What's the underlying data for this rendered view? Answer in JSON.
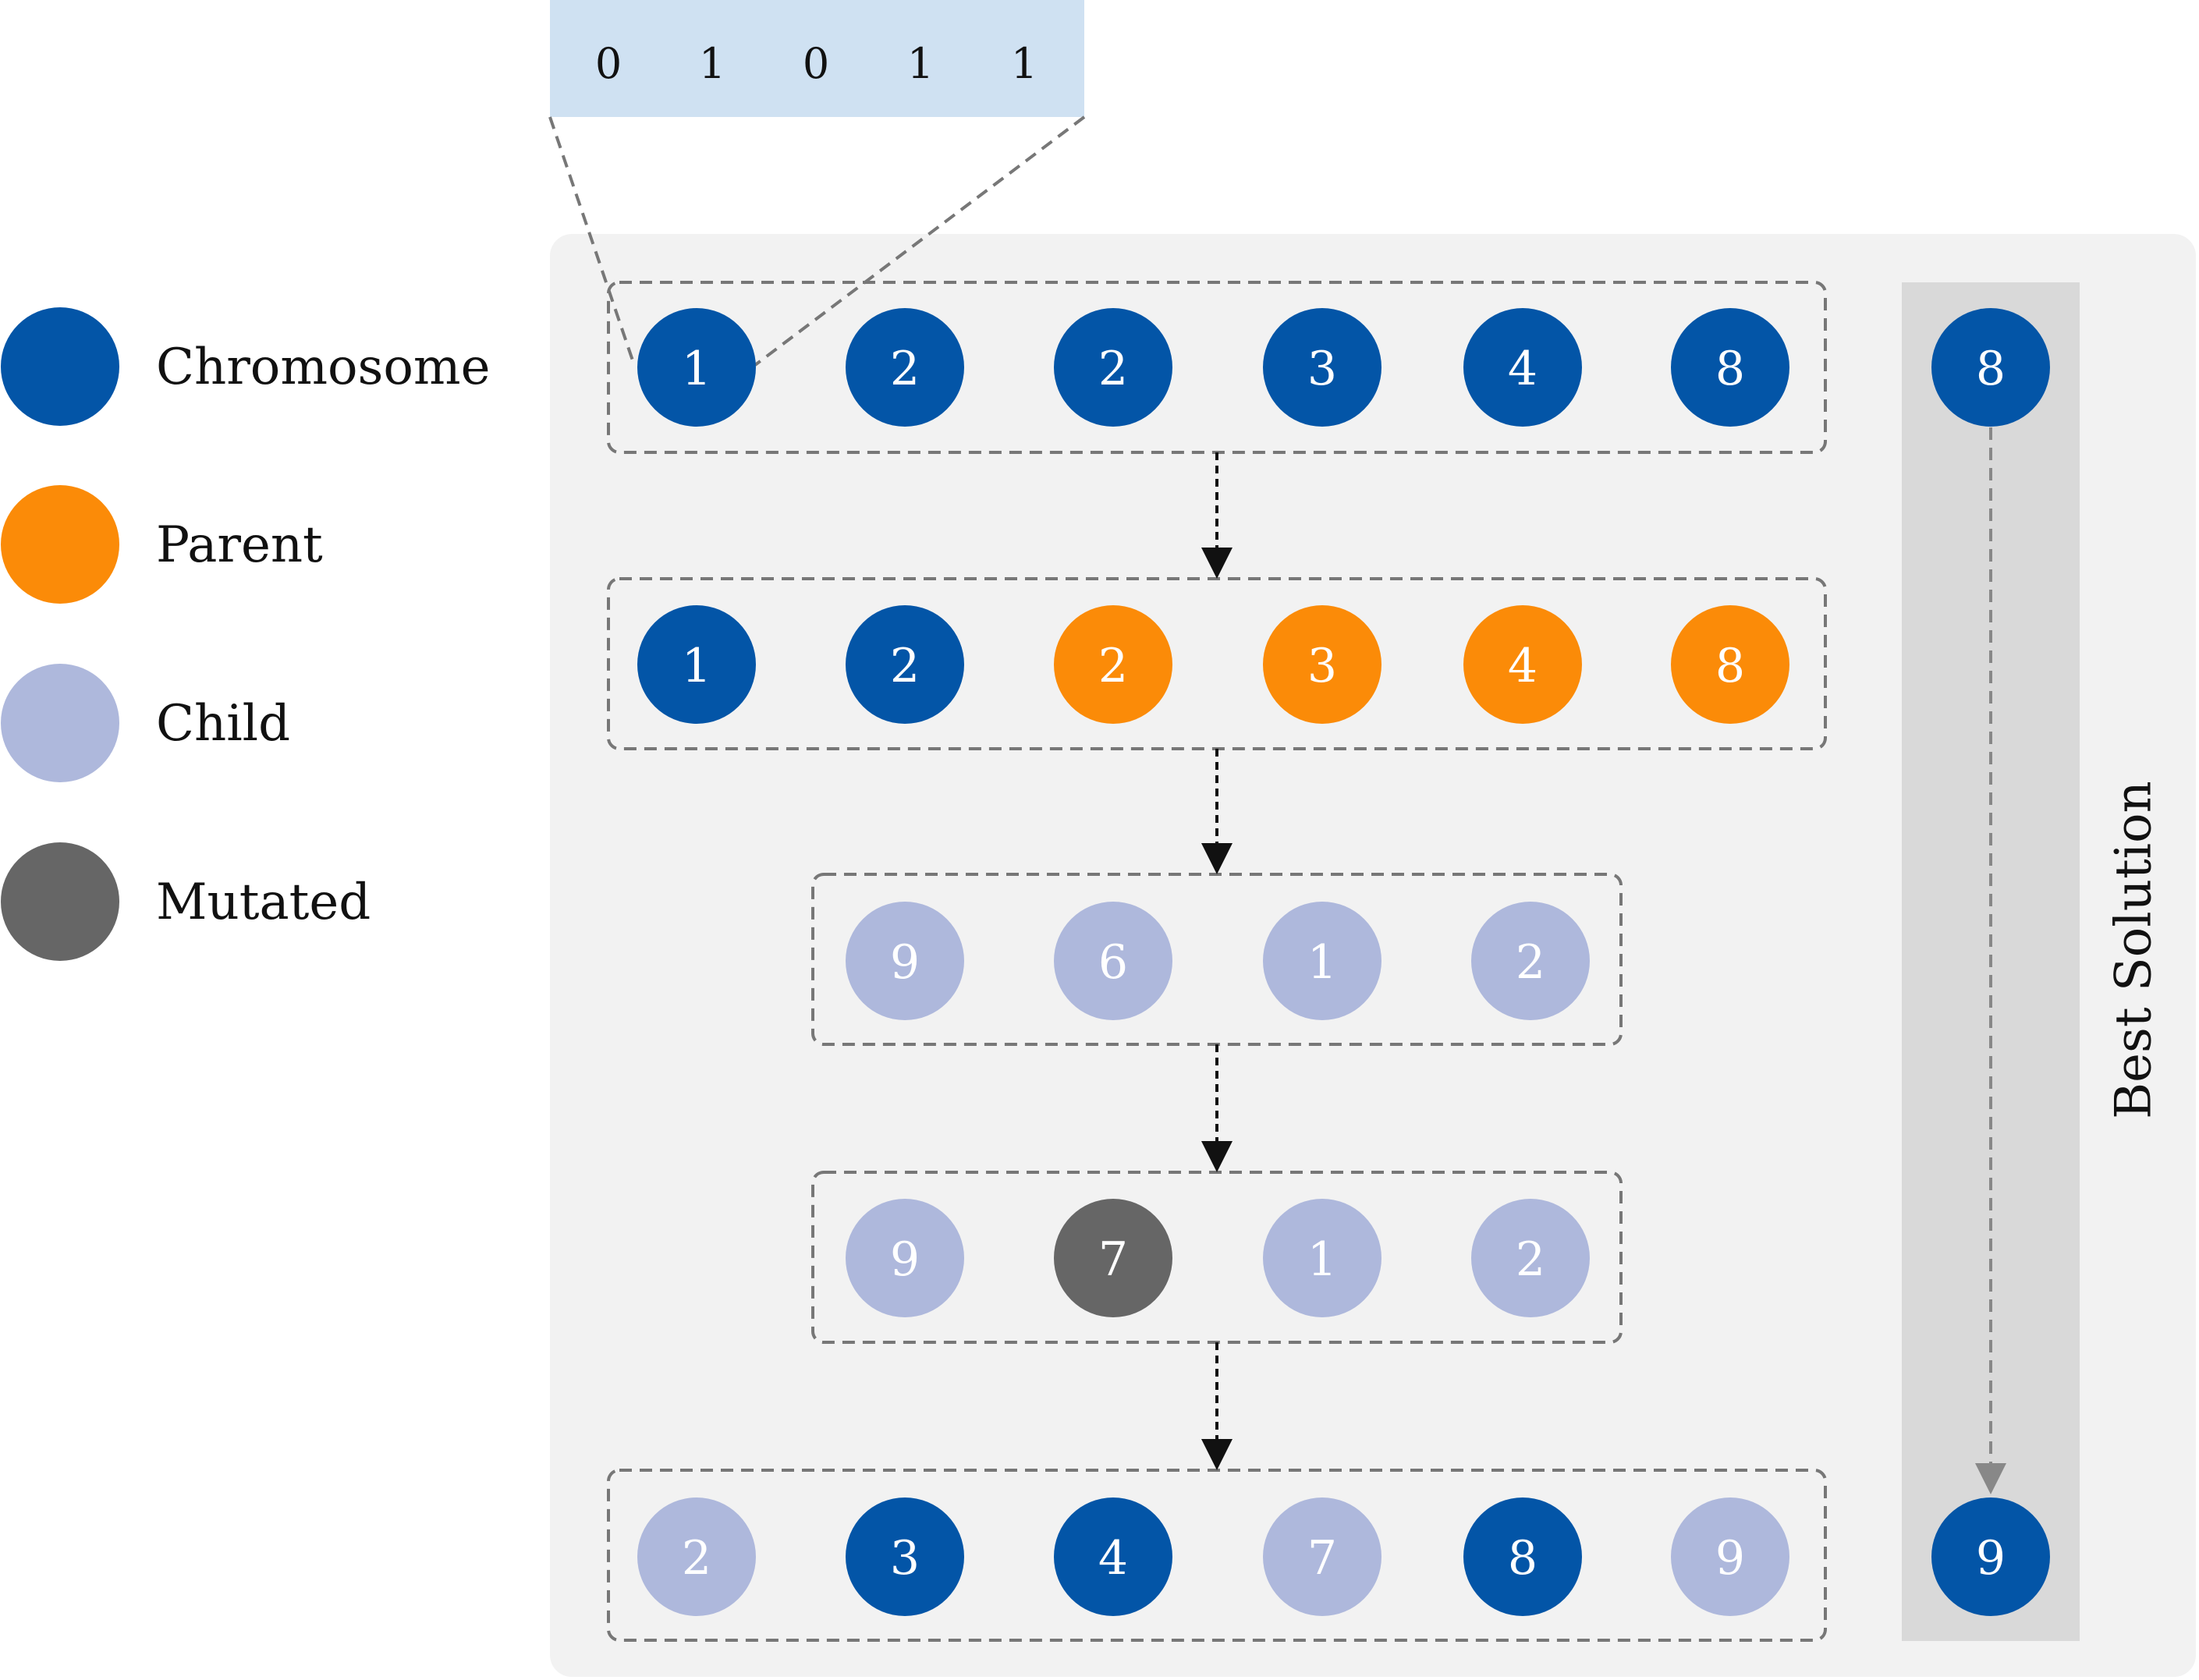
{
  "colors": {
    "chromosome": "#0355A7",
    "parent": "#FB8B08",
    "child": "#AEB8DC",
    "mutated": "#666666",
    "panel": "#F2F2F2",
    "best_band": "#D9D9D9",
    "binary_box": "#CFE1F2",
    "dashed_line": "#777777",
    "arrow": "#111111"
  },
  "binary": {
    "digits": [
      "0",
      "1",
      "0",
      "1",
      "1"
    ]
  },
  "legend": [
    {
      "kind": "chromosome",
      "label": "Chromosome"
    },
    {
      "kind": "parent",
      "label": "Parent"
    },
    {
      "kind": "child",
      "label": "Child"
    },
    {
      "kind": "mutated",
      "label": "Mutated"
    }
  ],
  "rows": [
    {
      "name": "population",
      "genes": [
        {
          "value": "1",
          "kind": "chromosome"
        },
        {
          "value": "2",
          "kind": "chromosome"
        },
        {
          "value": "2",
          "kind": "chromosome"
        },
        {
          "value": "3",
          "kind": "chromosome"
        },
        {
          "value": "4",
          "kind": "chromosome"
        },
        {
          "value": "8",
          "kind": "chromosome"
        }
      ]
    },
    {
      "name": "selection",
      "genes": [
        {
          "value": "1",
          "kind": "chromosome"
        },
        {
          "value": "2",
          "kind": "chromosome"
        },
        {
          "value": "2",
          "kind": "parent"
        },
        {
          "value": "3",
          "kind": "parent"
        },
        {
          "value": "4",
          "kind": "parent"
        },
        {
          "value": "8",
          "kind": "parent"
        }
      ]
    },
    {
      "name": "crossover",
      "genes": [
        {
          "value": "9",
          "kind": "child"
        },
        {
          "value": "6",
          "kind": "child"
        },
        {
          "value": "1",
          "kind": "child"
        },
        {
          "value": "2",
          "kind": "child"
        }
      ]
    },
    {
      "name": "mutation",
      "genes": [
        {
          "value": "9",
          "kind": "child"
        },
        {
          "value": "7",
          "kind": "mutated"
        },
        {
          "value": "1",
          "kind": "child"
        },
        {
          "value": "2",
          "kind": "child"
        }
      ]
    },
    {
      "name": "next-generation",
      "genes": [
        {
          "value": "2",
          "kind": "child"
        },
        {
          "value": "3",
          "kind": "chromosome"
        },
        {
          "value": "4",
          "kind": "chromosome"
        },
        {
          "value": "7",
          "kind": "child"
        },
        {
          "value": "8",
          "kind": "chromosome"
        },
        {
          "value": "9",
          "kind": "child"
        }
      ]
    }
  ],
  "best_solution": {
    "label": "Best Solution",
    "start": {
      "value": "8",
      "kind": "chromosome"
    },
    "end": {
      "value": "9",
      "kind": "chromosome"
    }
  }
}
